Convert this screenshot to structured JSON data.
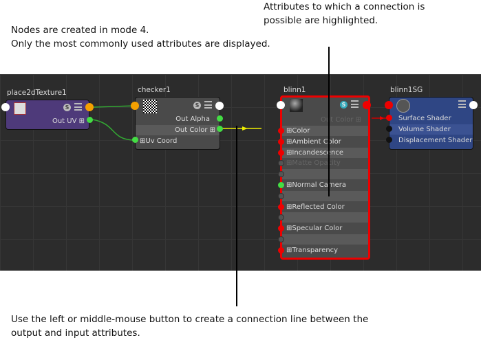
{
  "notes": {
    "top_left_1": "Nodes are created in mode 4.",
    "top_left_2": "Only the most commonly used attributes are displayed.",
    "top_right_1": "Attributes to which a connection is",
    "top_right_2": "possible are highlighted.",
    "bottom_1": "Use the left or middle-mouse button to create a connection line between the",
    "bottom_2": "output and input attributes."
  },
  "nodes": {
    "place2d": {
      "title": "place2dTexture1",
      "out_uv": "Out UV",
      "s": "S"
    },
    "checker": {
      "title": "checker1",
      "out_alpha": "Out Alpha",
      "out_color": "Out Color",
      "uv_coord": "Uv Coord",
      "s": "S"
    },
    "blinn": {
      "title": "blinn1",
      "out_color": "Out Color",
      "s": "S",
      "attrs": [
        "Color",
        "Ambient Color",
        "Incandescence",
        "Matte Opacity",
        "Normal Camera",
        "Reflected Color",
        "Specular Color",
        "Transparency"
      ]
    },
    "blinnSG": {
      "title": "blinn1SG",
      "attrs": [
        "Surface Shader",
        "Volume Shader",
        "Displacement Shader"
      ]
    }
  },
  "colors": {
    "highlight": "#e00000",
    "connected": "#44dd44",
    "place2d_bg": "#4e3a7a",
    "sg_bg": "#2f4684"
  }
}
